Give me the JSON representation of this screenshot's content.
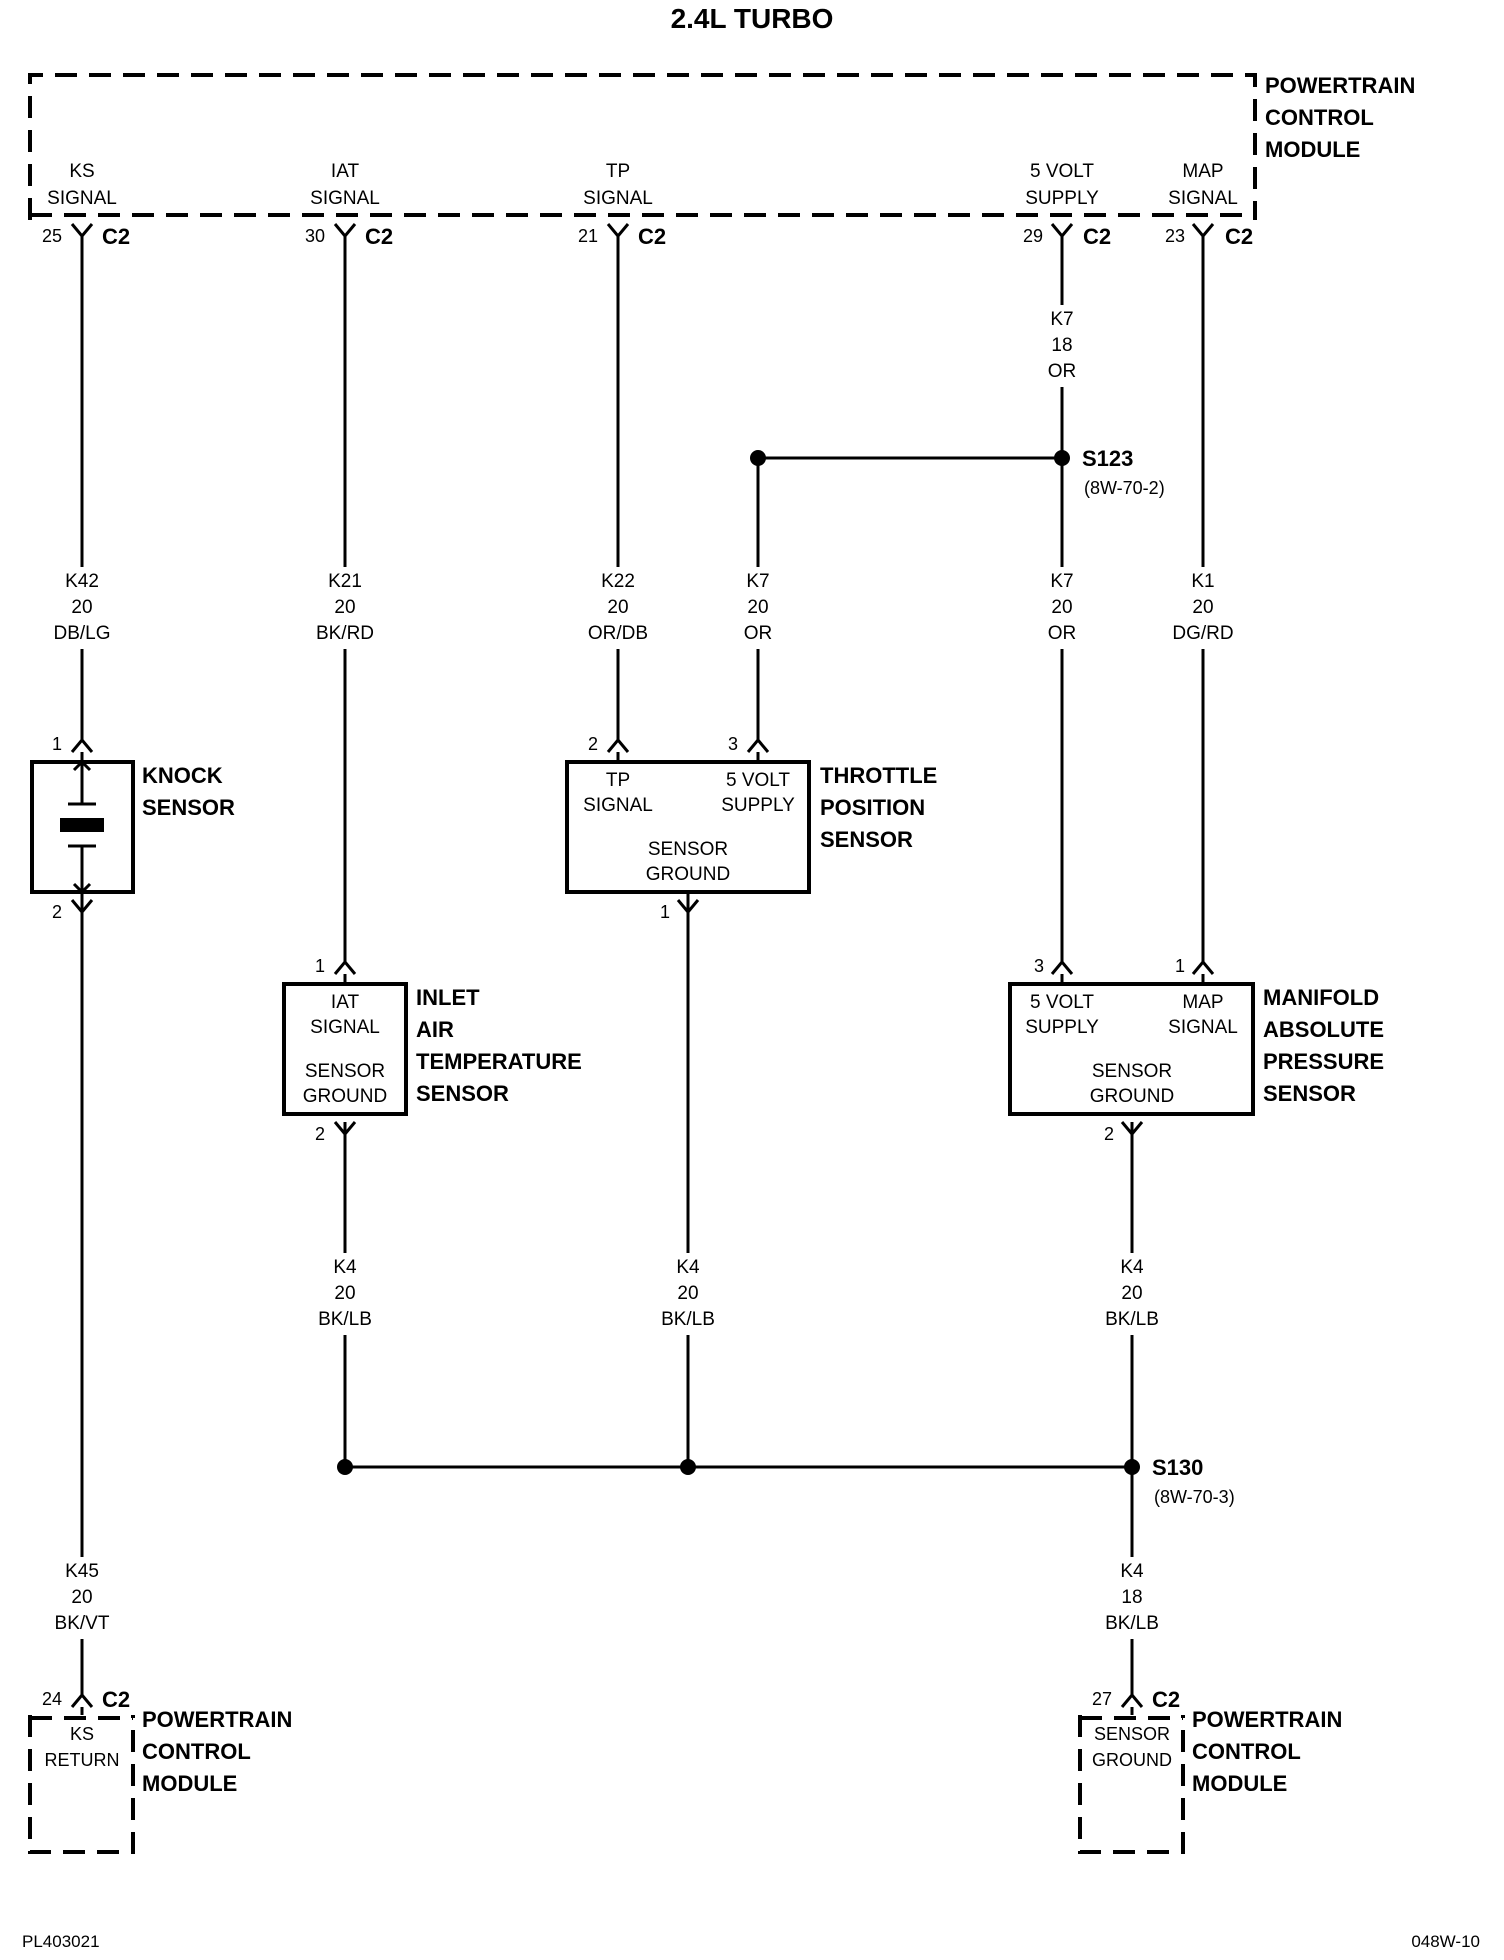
{
  "title": "2.4L TURBO",
  "pcm_top": {
    "title_lines": [
      "POWERTRAIN",
      "CONTROL",
      "MODULE"
    ],
    "pins": [
      {
        "name_lines": [
          "KS",
          "SIGNAL"
        ],
        "pin": "25",
        "conn": "C2"
      },
      {
        "name_lines": [
          "IAT",
          "SIGNAL"
        ],
        "pin": "30",
        "conn": "C2"
      },
      {
        "name_lines": [
          "TP",
          "SIGNAL"
        ],
        "pin": "21",
        "conn": "C2"
      },
      {
        "name_lines": [
          "5 VOLT",
          "SUPPLY"
        ],
        "pin": "29",
        "conn": "C2"
      },
      {
        "name_lines": [
          "MAP",
          "SIGNAL"
        ],
        "pin": "23",
        "conn": "C2"
      }
    ]
  },
  "wires": {
    "ks_signal": [
      "K42",
      "20",
      "DB/LG"
    ],
    "iat_signal": [
      "K21",
      "20",
      "BK/RD"
    ],
    "tp_signal": [
      "K22",
      "20",
      "OR/DB"
    ],
    "tp_supply": [
      "K7",
      "20",
      "OR"
    ],
    "supply_main": [
      "K7",
      "18",
      "OR"
    ],
    "map_supply": [
      "K7",
      "20",
      "OR"
    ],
    "map_signal": [
      "K1",
      "20",
      "DG/RD"
    ],
    "iat_ground": [
      "K4",
      "20",
      "BK/LB"
    ],
    "tps_ground": [
      "K4",
      "20",
      "BK/LB"
    ],
    "map_ground": [
      "K4",
      "20",
      "BK/LB"
    ],
    "ks_return": [
      "K45",
      "20",
      "BK/VT"
    ],
    "ground_main": [
      "K4",
      "18",
      "BK/LB"
    ]
  },
  "splices": {
    "s123": {
      "name": "S123",
      "ref": "(8W-70-2)"
    },
    "s130": {
      "name": "S130",
      "ref": "(8W-70-3)"
    }
  },
  "knock_sensor": {
    "title_lines": [
      "KNOCK",
      "SENSOR"
    ],
    "pin_top": "1",
    "pin_bottom": "2"
  },
  "tps": {
    "title_lines": [
      "THROTTLE",
      "POSITION",
      "SENSOR"
    ],
    "tp_signal": [
      "TP",
      "SIGNAL"
    ],
    "supply": [
      "5 VOLT",
      "SUPPLY"
    ],
    "ground": [
      "SENSOR",
      "GROUND"
    ],
    "pin_signal": "2",
    "pin_supply": "3",
    "pin_ground": "1"
  },
  "iat_sensor": {
    "title_lines": [
      "INLET",
      "AIR",
      "TEMPERATURE",
      "SENSOR"
    ],
    "signal": [
      "IAT",
      "SIGNAL"
    ],
    "ground": [
      "SENSOR",
      "GROUND"
    ],
    "pin_signal": "1",
    "pin_ground": "2"
  },
  "map_sensor": {
    "title_lines": [
      "MANIFOLD",
      "ABSOLUTE",
      "PRESSURE",
      "SENSOR"
    ],
    "supply": [
      "5 VOLT",
      "SUPPLY"
    ],
    "signal": [
      "MAP",
      "SIGNAL"
    ],
    "ground": [
      "SENSOR",
      "GROUND"
    ],
    "pin_supply": "3",
    "pin_signal": "1",
    "pin_ground": "2"
  },
  "pcm_bottom_left": {
    "pin": "24",
    "conn": "C2",
    "name_lines": [
      "KS",
      "RETURN"
    ],
    "title_lines": [
      "POWERTRAIN",
      "CONTROL",
      "MODULE"
    ]
  },
  "pcm_bottom_right": {
    "pin": "27",
    "conn": "C2",
    "name_lines": [
      "SENSOR",
      "GROUND"
    ],
    "title_lines": [
      "POWERTRAIN",
      "CONTROL",
      "MODULE"
    ]
  },
  "footer": {
    "left": "PL403021",
    "right": "048W-10"
  }
}
